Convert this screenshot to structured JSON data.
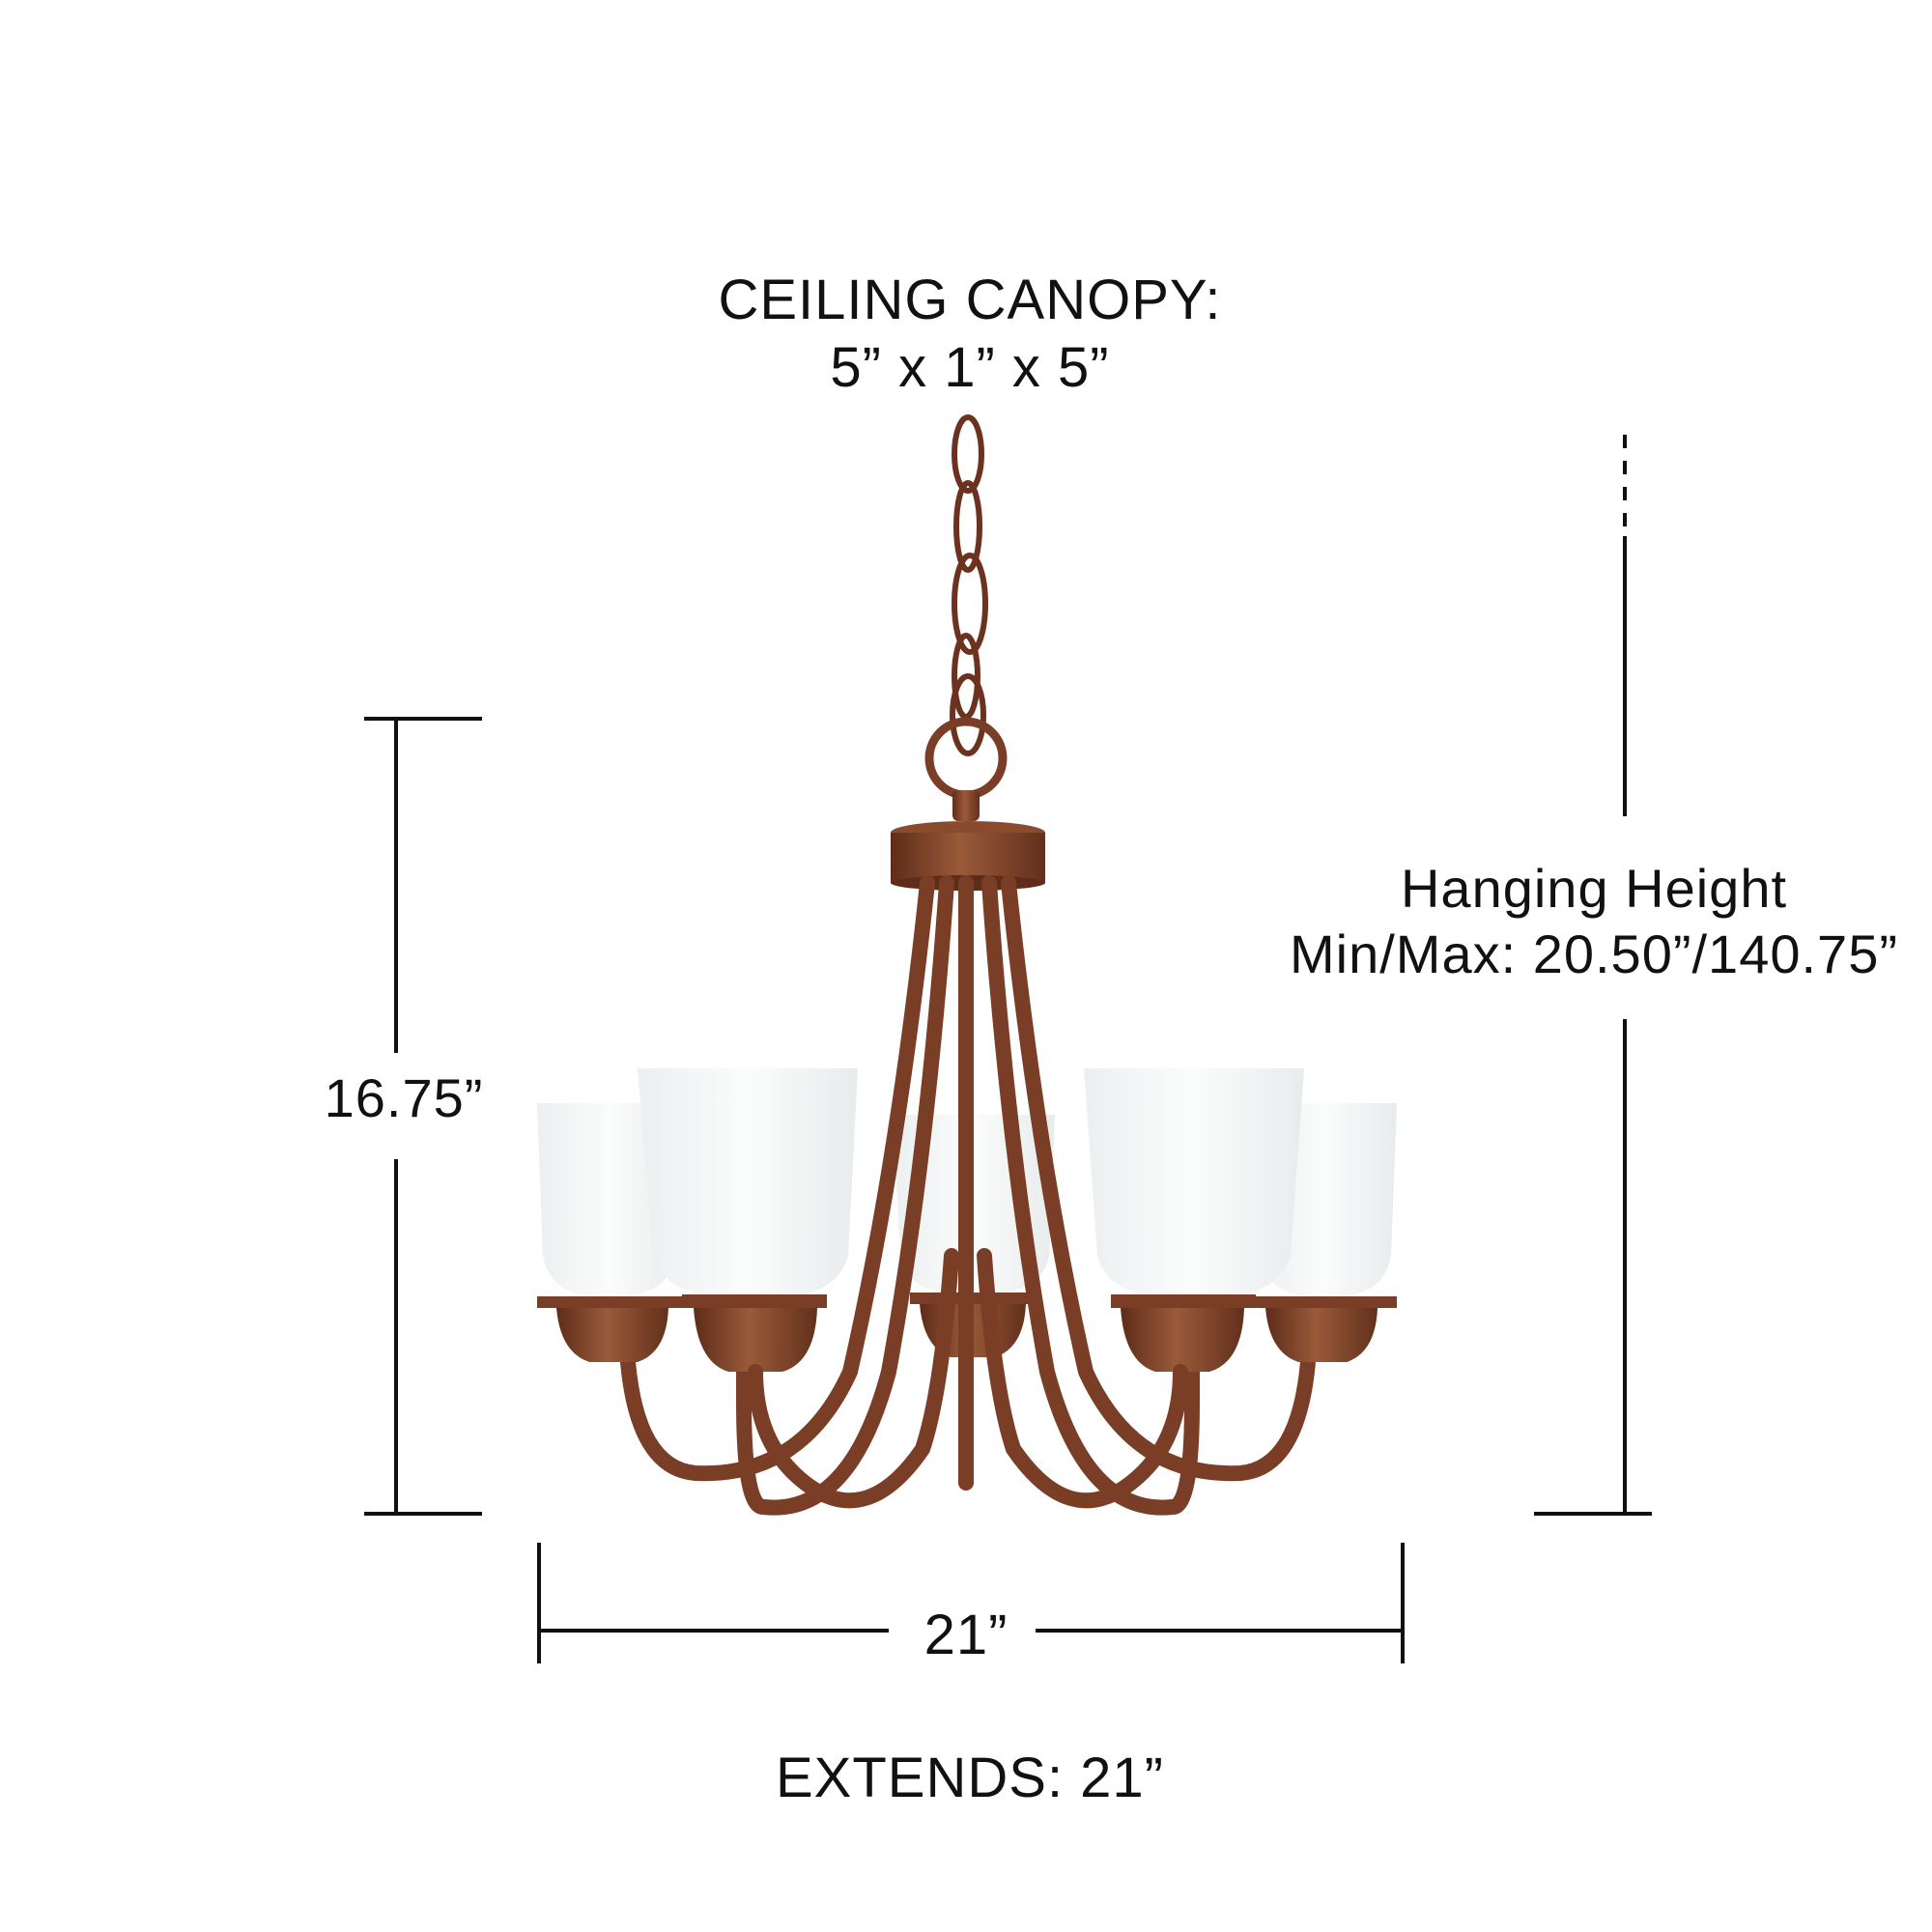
{
  "diagram": {
    "subject": "5-light chandelier",
    "colors": {
      "background": "#ffffff",
      "dimension_lines": "#111111",
      "finish_bronze": "#7a3e26",
      "finish_bronze_highlight": "#9a5a3a",
      "glass_shade": "#f4f6f6"
    },
    "labels": {
      "canopy_title": "CEILING CANOPY:",
      "canopy_dims": "5” x 1” x 5”",
      "hanging_height_title": "Hanging Height",
      "hanging_height_value": "Min/Max: 20.50”/140.75”",
      "fixture_height": "16.75”",
      "fixture_width": "21”",
      "extends": "EXTENDS: 21”"
    },
    "dimensions": {
      "canopy": {
        "width_in": 5,
        "height_in": 1,
        "depth_in": 5
      },
      "fixture_height_in": 16.75,
      "fixture_width_in": 21,
      "extends_in": 21,
      "hanging_height_min_in": 20.5,
      "hanging_height_max_in": 140.75
    },
    "components": {
      "shade_count": 5,
      "shade_style": "frosted white glass",
      "arm_count": 5
    }
  }
}
